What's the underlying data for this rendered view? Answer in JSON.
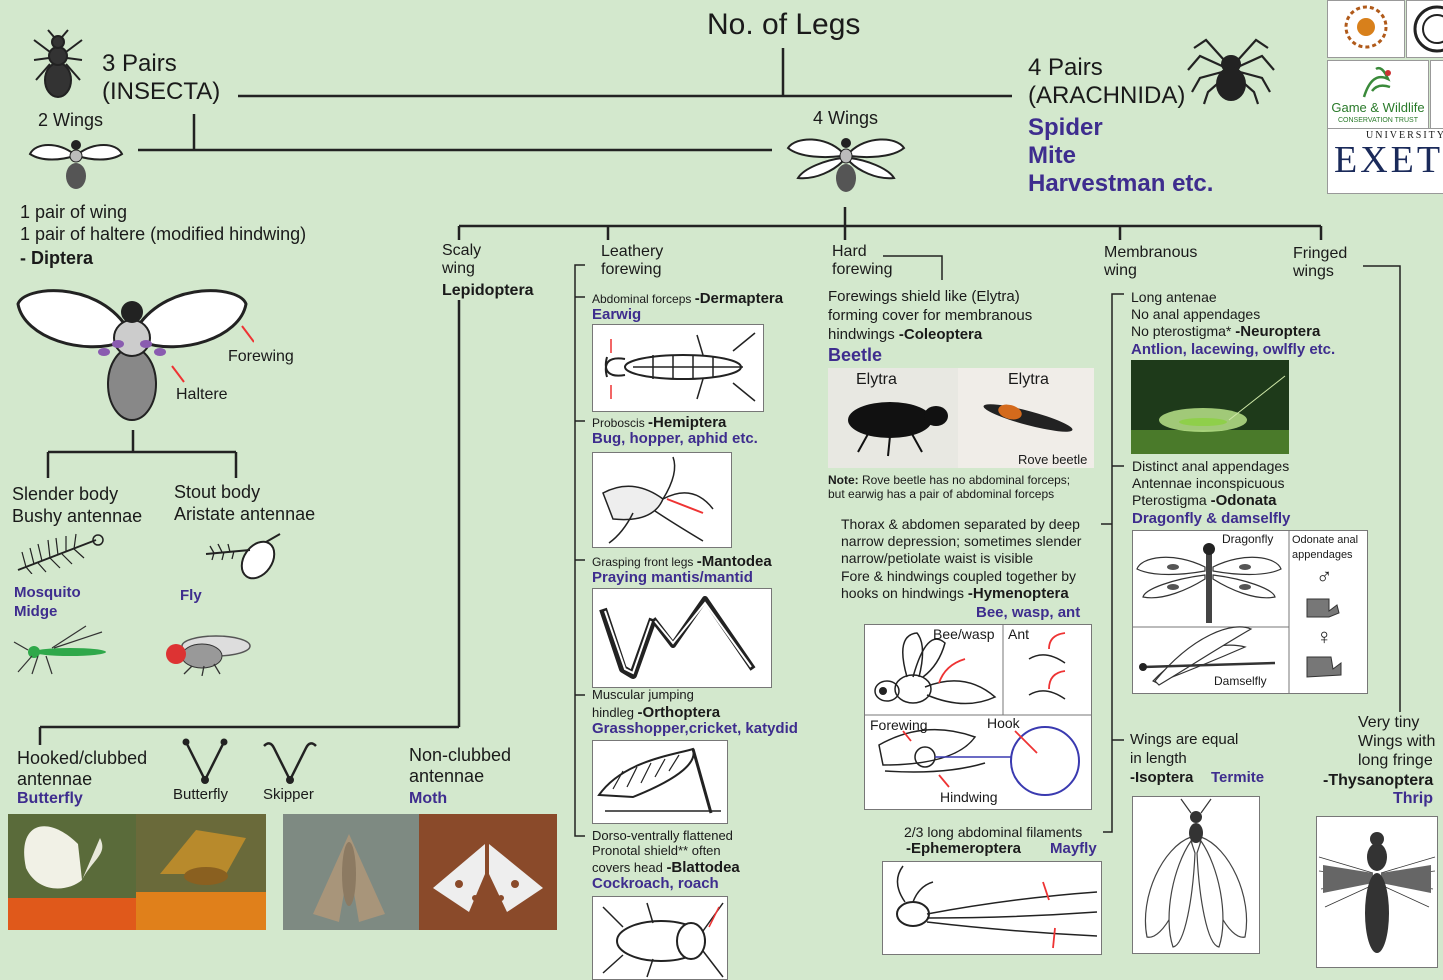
{
  "title": "No. of Legs",
  "insecta": {
    "pairs": "3 Pairs",
    "cls": "(INSECTA)"
  },
  "arachnida": {
    "pairs": "4 Pairs",
    "cls": "(ARACHNIDA)",
    "ex1": "Spider",
    "ex2": "Mite",
    "ex3": "Harvestman etc."
  },
  "two_wings": {
    "label": "2 Wings",
    "desc1": "1 pair of wing",
    "desc2": "1 pair of haltere (modified hindwing)",
    "order": "- Diptera",
    "forewing": "Forewing",
    "haltere": "Haltere",
    "slender1": "Slender body",
    "slender2": "Bushy antennae",
    "stout1": "Stout body",
    "stout2": "Aristate antennae",
    "mosquito": "Mosquito",
    "midge": "Midge",
    "fly": "Fly"
  },
  "four_wings": {
    "label": "4 Wings"
  },
  "scaly": {
    "l1": "Scaly",
    "l2": "wing",
    "order": "Lepidoptera",
    "hooked1": "Hooked/clubbed",
    "hooked2": "antennae",
    "butterfly": "Butterfly",
    "butterfly_ant": "Butterfly",
    "skipper": "Skipper",
    "nonclub1": "Non-clubbed",
    "nonclub2": "antennae",
    "moth": "Moth"
  },
  "leathery": {
    "l1": "Leathery",
    "l2": "forewing",
    "derm_desc": "Abdominal forceps ",
    "derm_order": "-Dermaptera",
    "derm_ex": "Earwig",
    "hemi_desc": "Proboscis ",
    "hemi_order": "-Hemiptera",
    "hemi_ex": "Bug, hopper, aphid etc.",
    "mant_desc": "Grasping front legs ",
    "mant_order": "-Mantodea",
    "mant_ex": "Praying mantis/mantid",
    "orth_desc1": "Muscular jumping",
    "orth_desc2": "hindleg ",
    "orth_order": "-Orthoptera",
    "orth_ex": "Grasshopper,cricket, katydid",
    "blat_desc1": "Dorso-ventrally flattened",
    "blat_desc2": "Pronotal shield** often",
    "blat_desc3": "covers head ",
    "blat_order": "-Blattodea",
    "blat_ex": "Cockroach, roach"
  },
  "hard": {
    "l1": "Hard",
    "l2": "forewing",
    "desc1": "Forewings shield like (Elytra)",
    "desc2": "forming cover for membranous",
    "desc3": "hindwings ",
    "order": "-Coleoptera",
    "ex": "Beetle",
    "elytra1": "Elytra",
    "elytra2": "Elytra",
    "rove": "Rove beetle",
    "note_b": "Note:",
    "note1": " Rove beetle has no abdominal forceps;",
    "note2": "but earwig has a pair of abdominal forceps",
    "hym1": "Thorax & abdomen separated by deep",
    "hym2": "narrow depression; sometimes slender",
    "hym3": "narrow/petiolate waist is visible",
    "hym4": "Fore & hindwings coupled together by",
    "hym5": "hooks on hindwings ",
    "hym_order": "-Hymenoptera",
    "hym_ex": "Bee, wasp, ant",
    "bee": "Bee/wasp",
    "ant": "Ant",
    "forewing": "Forewing",
    "hook": "Hook",
    "hindwing": "Hindwing",
    "eph1": "2/3 long abdominal filaments",
    "eph_order": "-Ephemeroptera",
    "eph_ex": "Mayfly"
  },
  "membranous": {
    "l1": "Membranous",
    "l2": "wing",
    "neu1": "Long antenae",
    "neu2": "No anal appendages",
    "neu3": "No pterostigma* ",
    "neu_order": "-Neuroptera",
    "neu_ex": "Antlion, lacewing, owlfly etc.",
    "odo1": "Distinct anal appendages",
    "odo2": "Antennae inconspicuous",
    "odo3": "Pterostigma ",
    "odo_order": "-Odonata",
    "odo_ex": "Dragonfly & damselfly",
    "dragonfly": "Dragonfly",
    "damselfly": "Damselfly",
    "odo_anal1": "Odonate anal",
    "odo_anal2": "appendages",
    "male": "♂",
    "female": "♀",
    "iso1": "Wings are equal",
    "iso2": "in length",
    "iso_order": "-Isoptera",
    "iso_ex": "Termite"
  },
  "fringed": {
    "l1": "Fringed",
    "l2": "wings",
    "d1": "Very tiny",
    "d2": "Wings with",
    "d3": "long fringe",
    "order": "-Thysanoptera",
    "ex": "Thrip"
  },
  "logos": {
    "gwct1": "Game & Wildlife",
    "gwct2": "CONSERVATION TRUST",
    "uni": "UNIVERSITY",
    "exeter": "EXETI"
  },
  "colors": {
    "background": "#d3e8cd",
    "accent": "#3e2d8e"
  }
}
